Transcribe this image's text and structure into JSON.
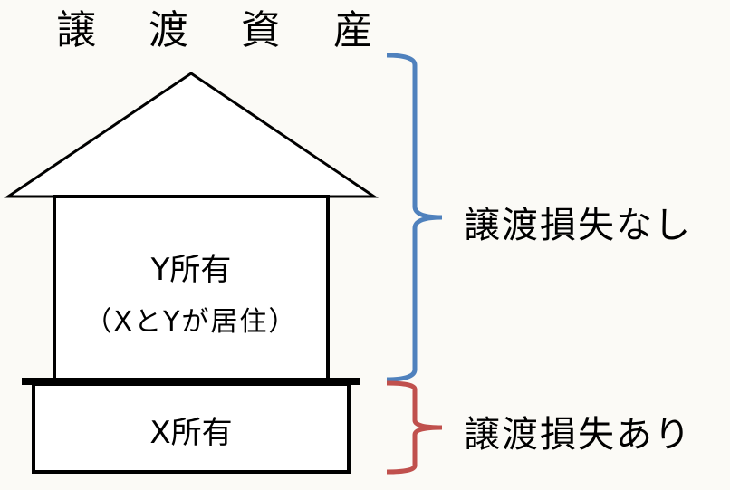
{
  "title": "譲 渡 資 産",
  "house": {
    "upper": {
      "owner": "Y所有",
      "note": "（XとYが居住）"
    },
    "lower": {
      "owner": "X所有"
    }
  },
  "brackets": [
    {
      "label": "譲渡損失なし",
      "color": "#4f81bd"
    },
    {
      "label": "譲渡損失あり",
      "color": "#c0504d"
    }
  ]
}
